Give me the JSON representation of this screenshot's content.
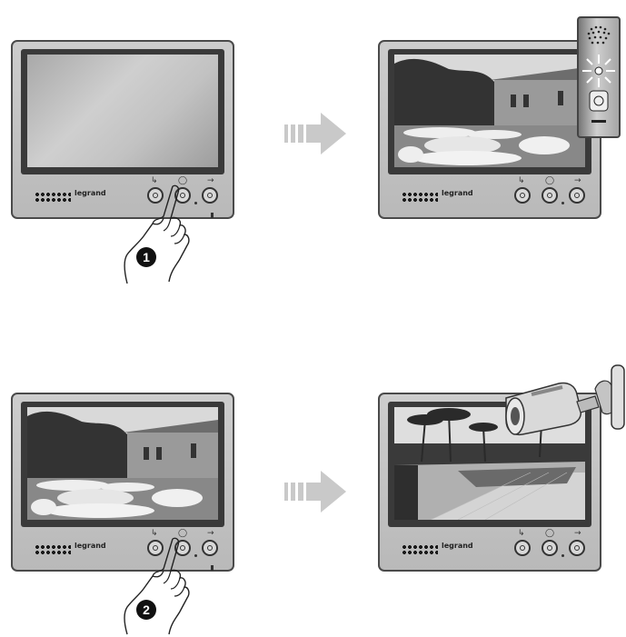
{
  "brand_text": "legrand",
  "steps": [
    {
      "number": "1"
    },
    {
      "number": "2"
    }
  ],
  "button_glyphs": [
    "↳",
    "◯",
    "→"
  ],
  "colors": {
    "arrow": "#c9c9c9",
    "frame": "#4a4a4a",
    "body": "#c4c4c4"
  },
  "icons": [
    "hand-press-icon",
    "arrow-right-icon",
    "door-station-icon",
    "security-camera-icon"
  ]
}
